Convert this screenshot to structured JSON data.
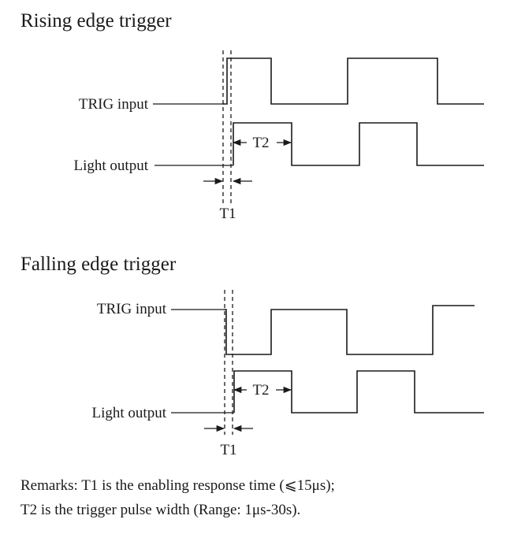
{
  "rising": {
    "title": "Rising edge trigger",
    "trig_label": "TRIG input",
    "light_label": "Light output",
    "t1_label": "T1",
    "t2_label": "T2"
  },
  "falling": {
    "title": "Falling edge trigger",
    "trig_label": "TRIG input",
    "light_label": "Light output",
    "t1_label": "T1",
    "t2_label": "T2"
  },
  "remarks": {
    "line1": "Remarks: T1 is the enabling response time (⩽15μs);",
    "line2": "T2 is the trigger pulse width (Range: 1μs-30s)."
  }
}
